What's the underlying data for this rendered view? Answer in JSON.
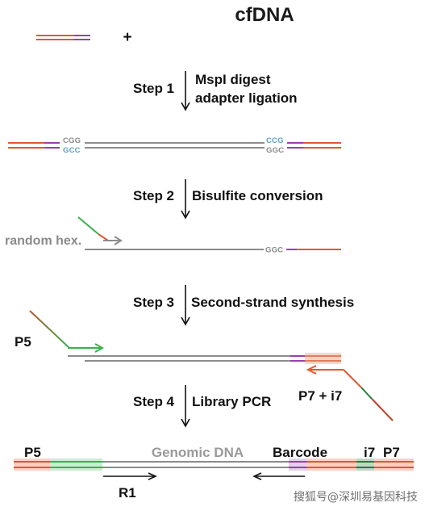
{
  "title": "cfDNA",
  "plus": "+",
  "steps": [
    {
      "label": "Step 1",
      "description_lines": [
        "MspI digest",
        "adapter ligation"
      ]
    },
    {
      "label": "Step 2",
      "description_lines": [
        "Bisulfite conversion"
      ]
    },
    {
      "label": "Step 3",
      "description_lines": [
        "Second-strand synthesis"
      ]
    },
    {
      "label": "Step 4",
      "description_lines": [
        "Library PCR"
      ]
    }
  ],
  "nucleotides": {
    "left_top": "CGG",
    "left_bottom": "GCC",
    "right_top": "CCG",
    "right_bottom": "GGC",
    "converted": "GGC"
  },
  "labels": {
    "random_hex": "random hex.",
    "p5": "P5",
    "p7_i7": "P7 + i7",
    "genomic_dna": "Genomic DNA",
    "barcode": "Barcode",
    "i7": "i7",
    "p7": "P7",
    "r1": "R1"
  },
  "watermark": "搜狐号@深圳易基因科技",
  "colors": {
    "adapter_orange": "#e2582f",
    "barcode_purple": "#9a3fae",
    "dna_gray": "#8c8c8c",
    "primer_green": "#37b34a",
    "p7_dark_green": "#2d7a3a",
    "p5_brown": "#b05a35",
    "nuc_blue": "#5ba3c5",
    "salmon": "#f4a58a"
  }
}
